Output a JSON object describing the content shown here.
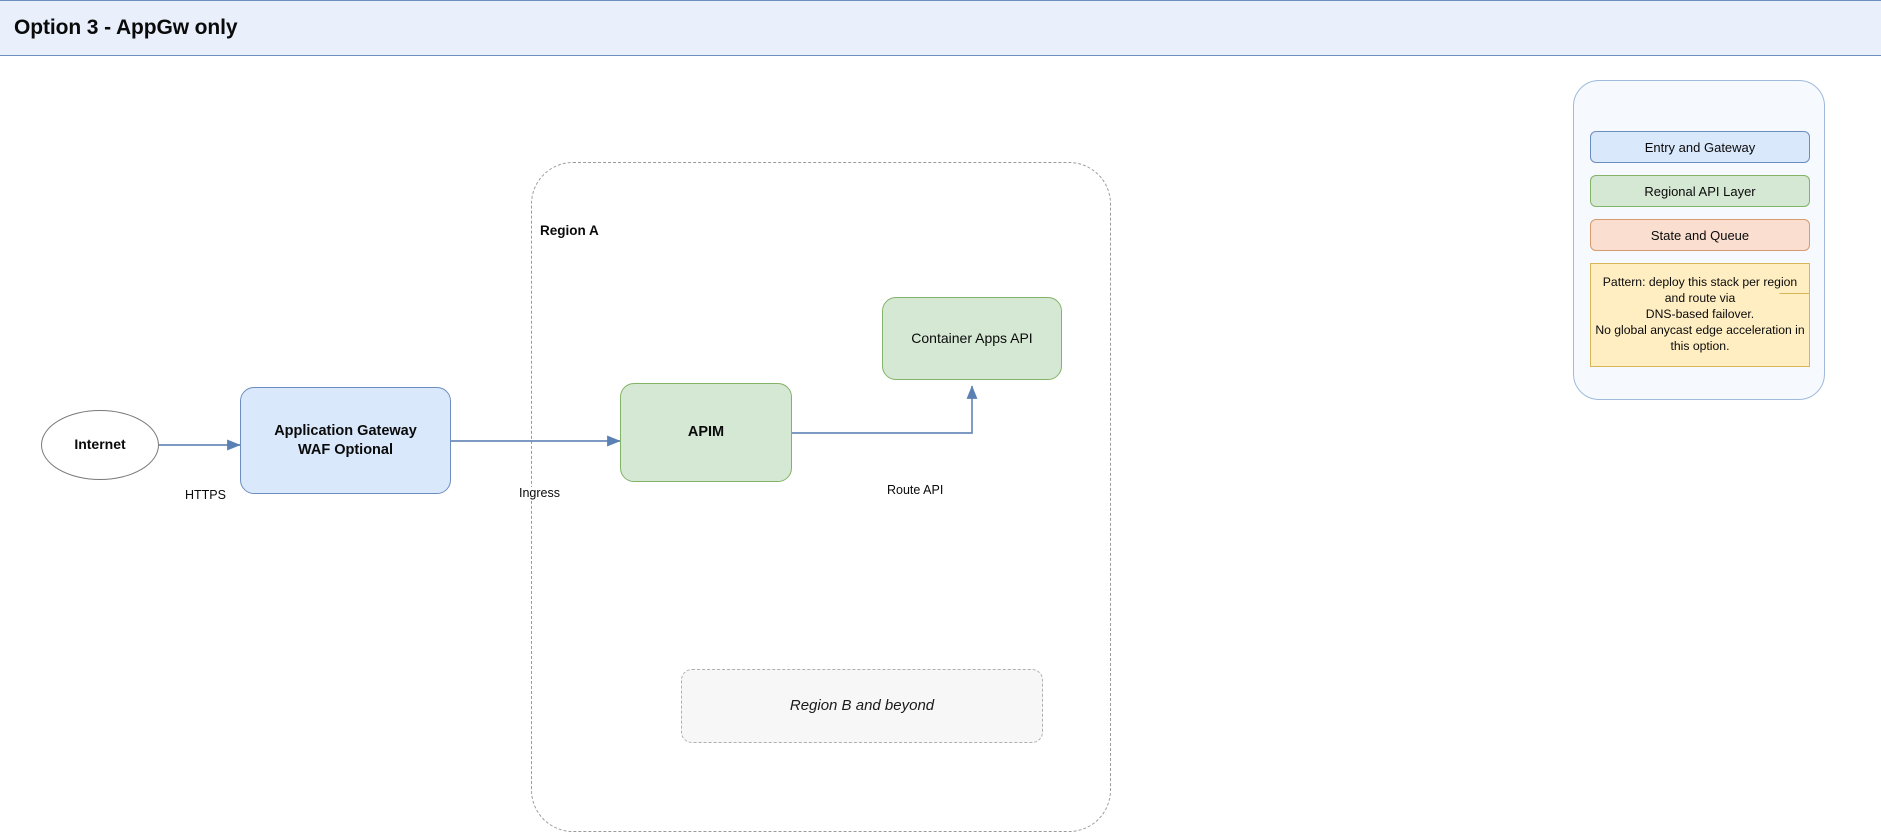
{
  "header": {
    "title": "Option 3 - AppGw only"
  },
  "diagram": {
    "region_a_label": "Region A",
    "nodes": [
      {
        "id": "internet",
        "label": "Internet",
        "shape": "ellipse",
        "fill": "#ffffff",
        "stroke": "#7a7a7a"
      },
      {
        "id": "appgw",
        "label": "Application Gateway\nWAF Optional",
        "line1": "Application Gateway",
        "line2": "WAF Optional",
        "shape": "rounded-rect",
        "fill": "#dae8fc",
        "stroke": "#6c8ebf"
      },
      {
        "id": "apim",
        "label": "APIM",
        "shape": "rounded-rect",
        "fill": "#d5e8d4",
        "stroke": "#82b366"
      },
      {
        "id": "containerapps",
        "label": "Container Apps API",
        "shape": "rounded-rect",
        "fill": "#d5e8d4",
        "stroke": "#82b366"
      },
      {
        "id": "regionb",
        "label": "Region B and beyond",
        "shape": "rounded-rect-dashed",
        "fill": "#f7f7f7",
        "stroke": "#b0b0b0"
      }
    ],
    "edges": [
      {
        "id": "internet-to-appgw",
        "label": "HTTPS",
        "from": "internet",
        "to": "appgw"
      },
      {
        "id": "appgw-to-apim",
        "label": "Ingress",
        "from": "appgw",
        "to": "apim"
      },
      {
        "id": "apim-to-containerapps",
        "label": "Route API",
        "from": "apim",
        "to": "containerapps"
      }
    ],
    "edge_color": "#6b8cba"
  },
  "legend": {
    "items": [
      {
        "label": "Entry and Gateway",
        "fill": "#dae8fc",
        "stroke": "#6c8ebf"
      },
      {
        "label": "Regional API Layer",
        "fill": "#d5e8d4",
        "stroke": "#82b366"
      },
      {
        "label": "State and Queue",
        "fill": "#fadfd0",
        "stroke": "#d79b6e"
      }
    ],
    "note": {
      "line1": "Pattern: deploy this stack per region and route via",
      "line2": "DNS-based failover.",
      "line3": "No global anycast edge acceleration in this option.",
      "fill": "#ffeec2",
      "stroke": "#d6b656"
    }
  }
}
